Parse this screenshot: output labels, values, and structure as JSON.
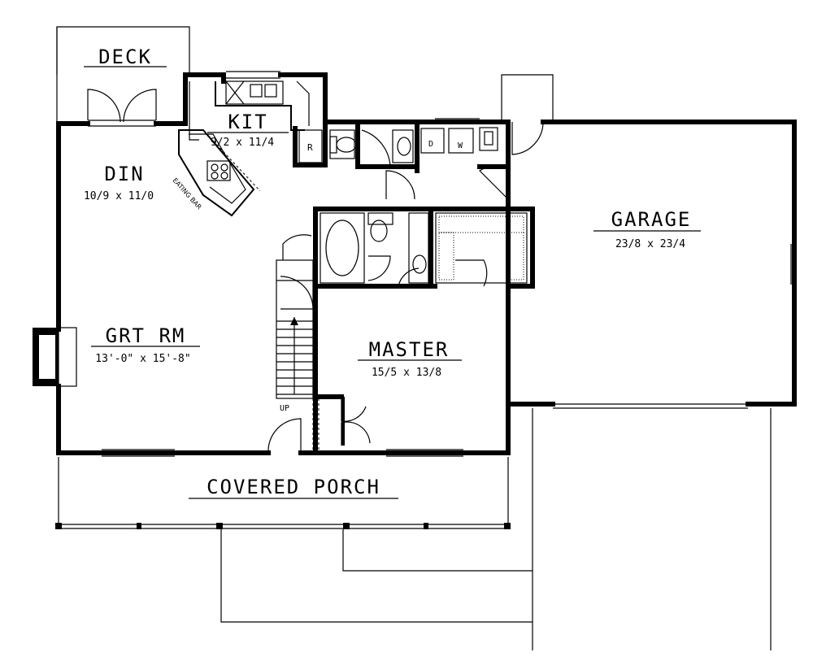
{
  "rooms": {
    "deck": {
      "name": "DECK"
    },
    "kitchen": {
      "name": "KIT",
      "dims": "9/2 x 11/4"
    },
    "dining": {
      "name": "DIN",
      "dims": "10/9 x 11/0"
    },
    "great_room": {
      "name": "GRT RM",
      "dims": "13'-0\" x 15'-8\""
    },
    "master": {
      "name": "MASTER",
      "dims": "15/5 x 13/8"
    },
    "garage": {
      "name": "GARAGE",
      "dims": "23/8 x 23/4"
    },
    "porch": {
      "name": "COVERED PORCH"
    }
  },
  "fixtures": {
    "eating_bar": "EATING BAR",
    "refrigerator": "R",
    "dryer": "D",
    "washer": "W",
    "stairs_up": "UP"
  }
}
